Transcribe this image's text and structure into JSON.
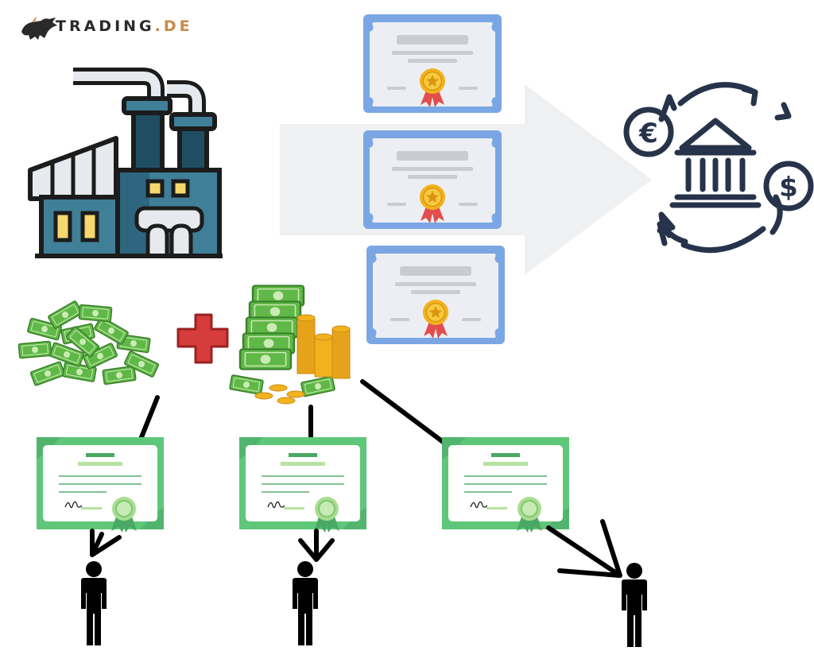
{
  "logo": {
    "name": "TRADING",
    "suffix": ".DE",
    "accent_color": "#c98a49",
    "icon": "bull-icon"
  },
  "top_row": {
    "source": {
      "icon": "factory-icon"
    },
    "flow_arrow": {
      "icon": "large-right-arrow"
    },
    "certificates": [
      {
        "icon": "certificate-icon",
        "color": "#7aa7e3"
      },
      {
        "icon": "certificate-icon",
        "color": "#7aa7e3"
      },
      {
        "icon": "certificate-icon",
        "color": "#7aa7e3"
      }
    ],
    "target": {
      "icon": "bank-currency-exchange-icon",
      "symbols": [
        "€",
        "$"
      ]
    }
  },
  "funding": {
    "left": {
      "icon": "cash-pile-icon"
    },
    "operator": {
      "icon": "plus-icon",
      "color": "#d63c3c"
    },
    "right": {
      "icon": "cash-and-coins-icon"
    }
  },
  "distribution": {
    "certificates": [
      {
        "icon": "green-certificate-icon",
        "color": "#5ec77a"
      },
      {
        "icon": "green-certificate-icon",
        "color": "#5ec77a"
      },
      {
        "icon": "green-certificate-icon",
        "color": "#5ec77a"
      }
    ],
    "investors": [
      {
        "icon": "person-icon"
      },
      {
        "icon": "person-icon"
      },
      {
        "icon": "person-icon"
      }
    ]
  }
}
